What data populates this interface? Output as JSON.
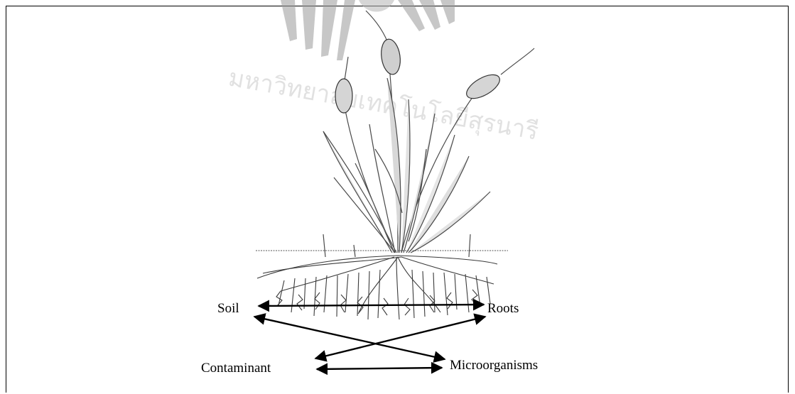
{
  "diagram": {
    "nodes": {
      "soil": "Soil",
      "roots": "Roots",
      "contaminant": "Contaminant",
      "microorganisms": "Microorganisms"
    },
    "edges": [
      {
        "from": "soil",
        "to": "roots",
        "direction": "both"
      },
      {
        "from": "contaminant",
        "to": "microorganisms",
        "direction": "both"
      },
      {
        "from": "soil",
        "to": "microorganisms",
        "direction": "both"
      },
      {
        "from": "roots",
        "to": "contaminant",
        "direction": "both"
      }
    ]
  },
  "watermark": {
    "text": "มหาวิทยาลัยเทคโนโลยีสุรนารี"
  },
  "colors": {
    "ink": "#000000",
    "plant": "#6e6e6e",
    "watermark": "#c9c9c9"
  }
}
